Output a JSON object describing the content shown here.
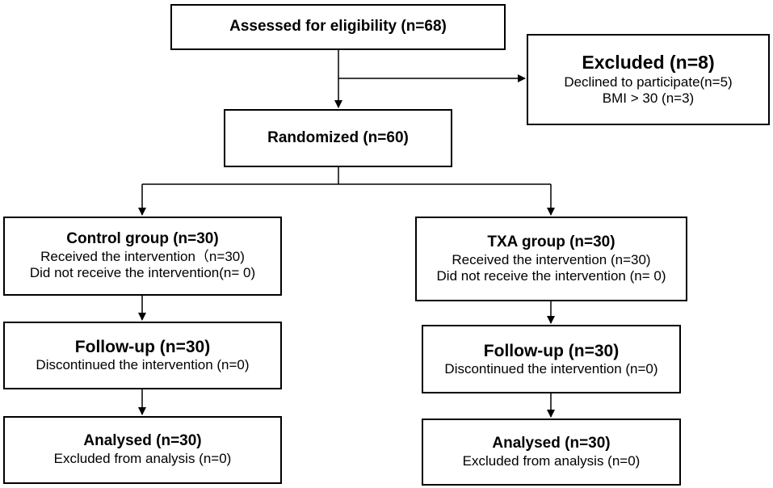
{
  "assessed": {
    "title": "Assessed for eligibility (n=68)"
  },
  "excluded": {
    "title": "Excluded (n=8)",
    "lines": [
      "Declined to participate(n=5)",
      "BMI > 30 (n=3)"
    ]
  },
  "randomized": {
    "title": "Randomized (n=60)"
  },
  "control": {
    "group": {
      "title": "Control group (n=30)",
      "lines": [
        "Received the intervention（n=30)",
        "Did not receive the intervention(n= 0)"
      ]
    },
    "followup": {
      "title": "Follow-up (n=30)",
      "lines": [
        "Discontinued the intervention (n=0)"
      ]
    },
    "analysed": {
      "title": "Analysed (n=30)",
      "lines": [
        "Excluded from analysis (n=0)"
      ]
    }
  },
  "txa": {
    "group": {
      "title": "TXA group (n=30)",
      "lines": [
        "Received the intervention (n=30)",
        "Did not receive the intervention (n= 0)"
      ]
    },
    "followup": {
      "title": "Follow-up (n=30)",
      "lines": [
        "Discontinued the intervention (n=0)"
      ]
    },
    "analysed": {
      "title": "Analysed (n=30)",
      "lines": [
        "Excluded from analysis (n=0)"
      ]
    }
  }
}
